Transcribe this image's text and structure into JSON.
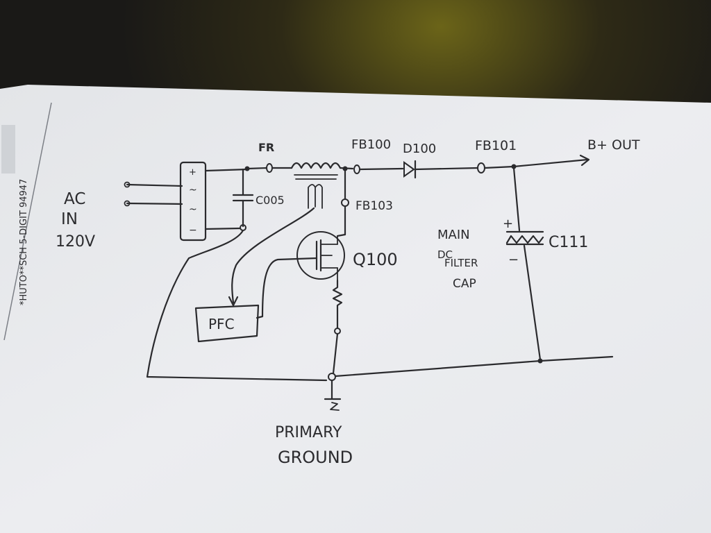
{
  "edge_print": {
    "line1": "*HUTO**SCH 5-DIGIT 94947"
  },
  "labels": {
    "ac_in": [
      "AC",
      "IN",
      "120V"
    ],
    "fr": "FR",
    "fb100": "FB100",
    "d100": "D100",
    "fb101": "FB101",
    "b_out": "B+ OUT",
    "c005": "C005",
    "fb103": "FB103",
    "q100": "Q100",
    "pfc": "PFC",
    "main_cap": [
      "MAIN",
      "DC",
      "FILTER",
      "CAP"
    ],
    "c111": "C111",
    "cap_plus": "+",
    "cap_minus": "−",
    "bridge_plus": "+",
    "bridge_ac1": "~",
    "bridge_ac2": "~",
    "bridge_minus": "−",
    "ground": [
      "PRIMARY",
      "GROUND"
    ]
  },
  "colors": {
    "paper": "#e9ebee",
    "ink": "#2a2a2d",
    "background": "#1a1917"
  }
}
